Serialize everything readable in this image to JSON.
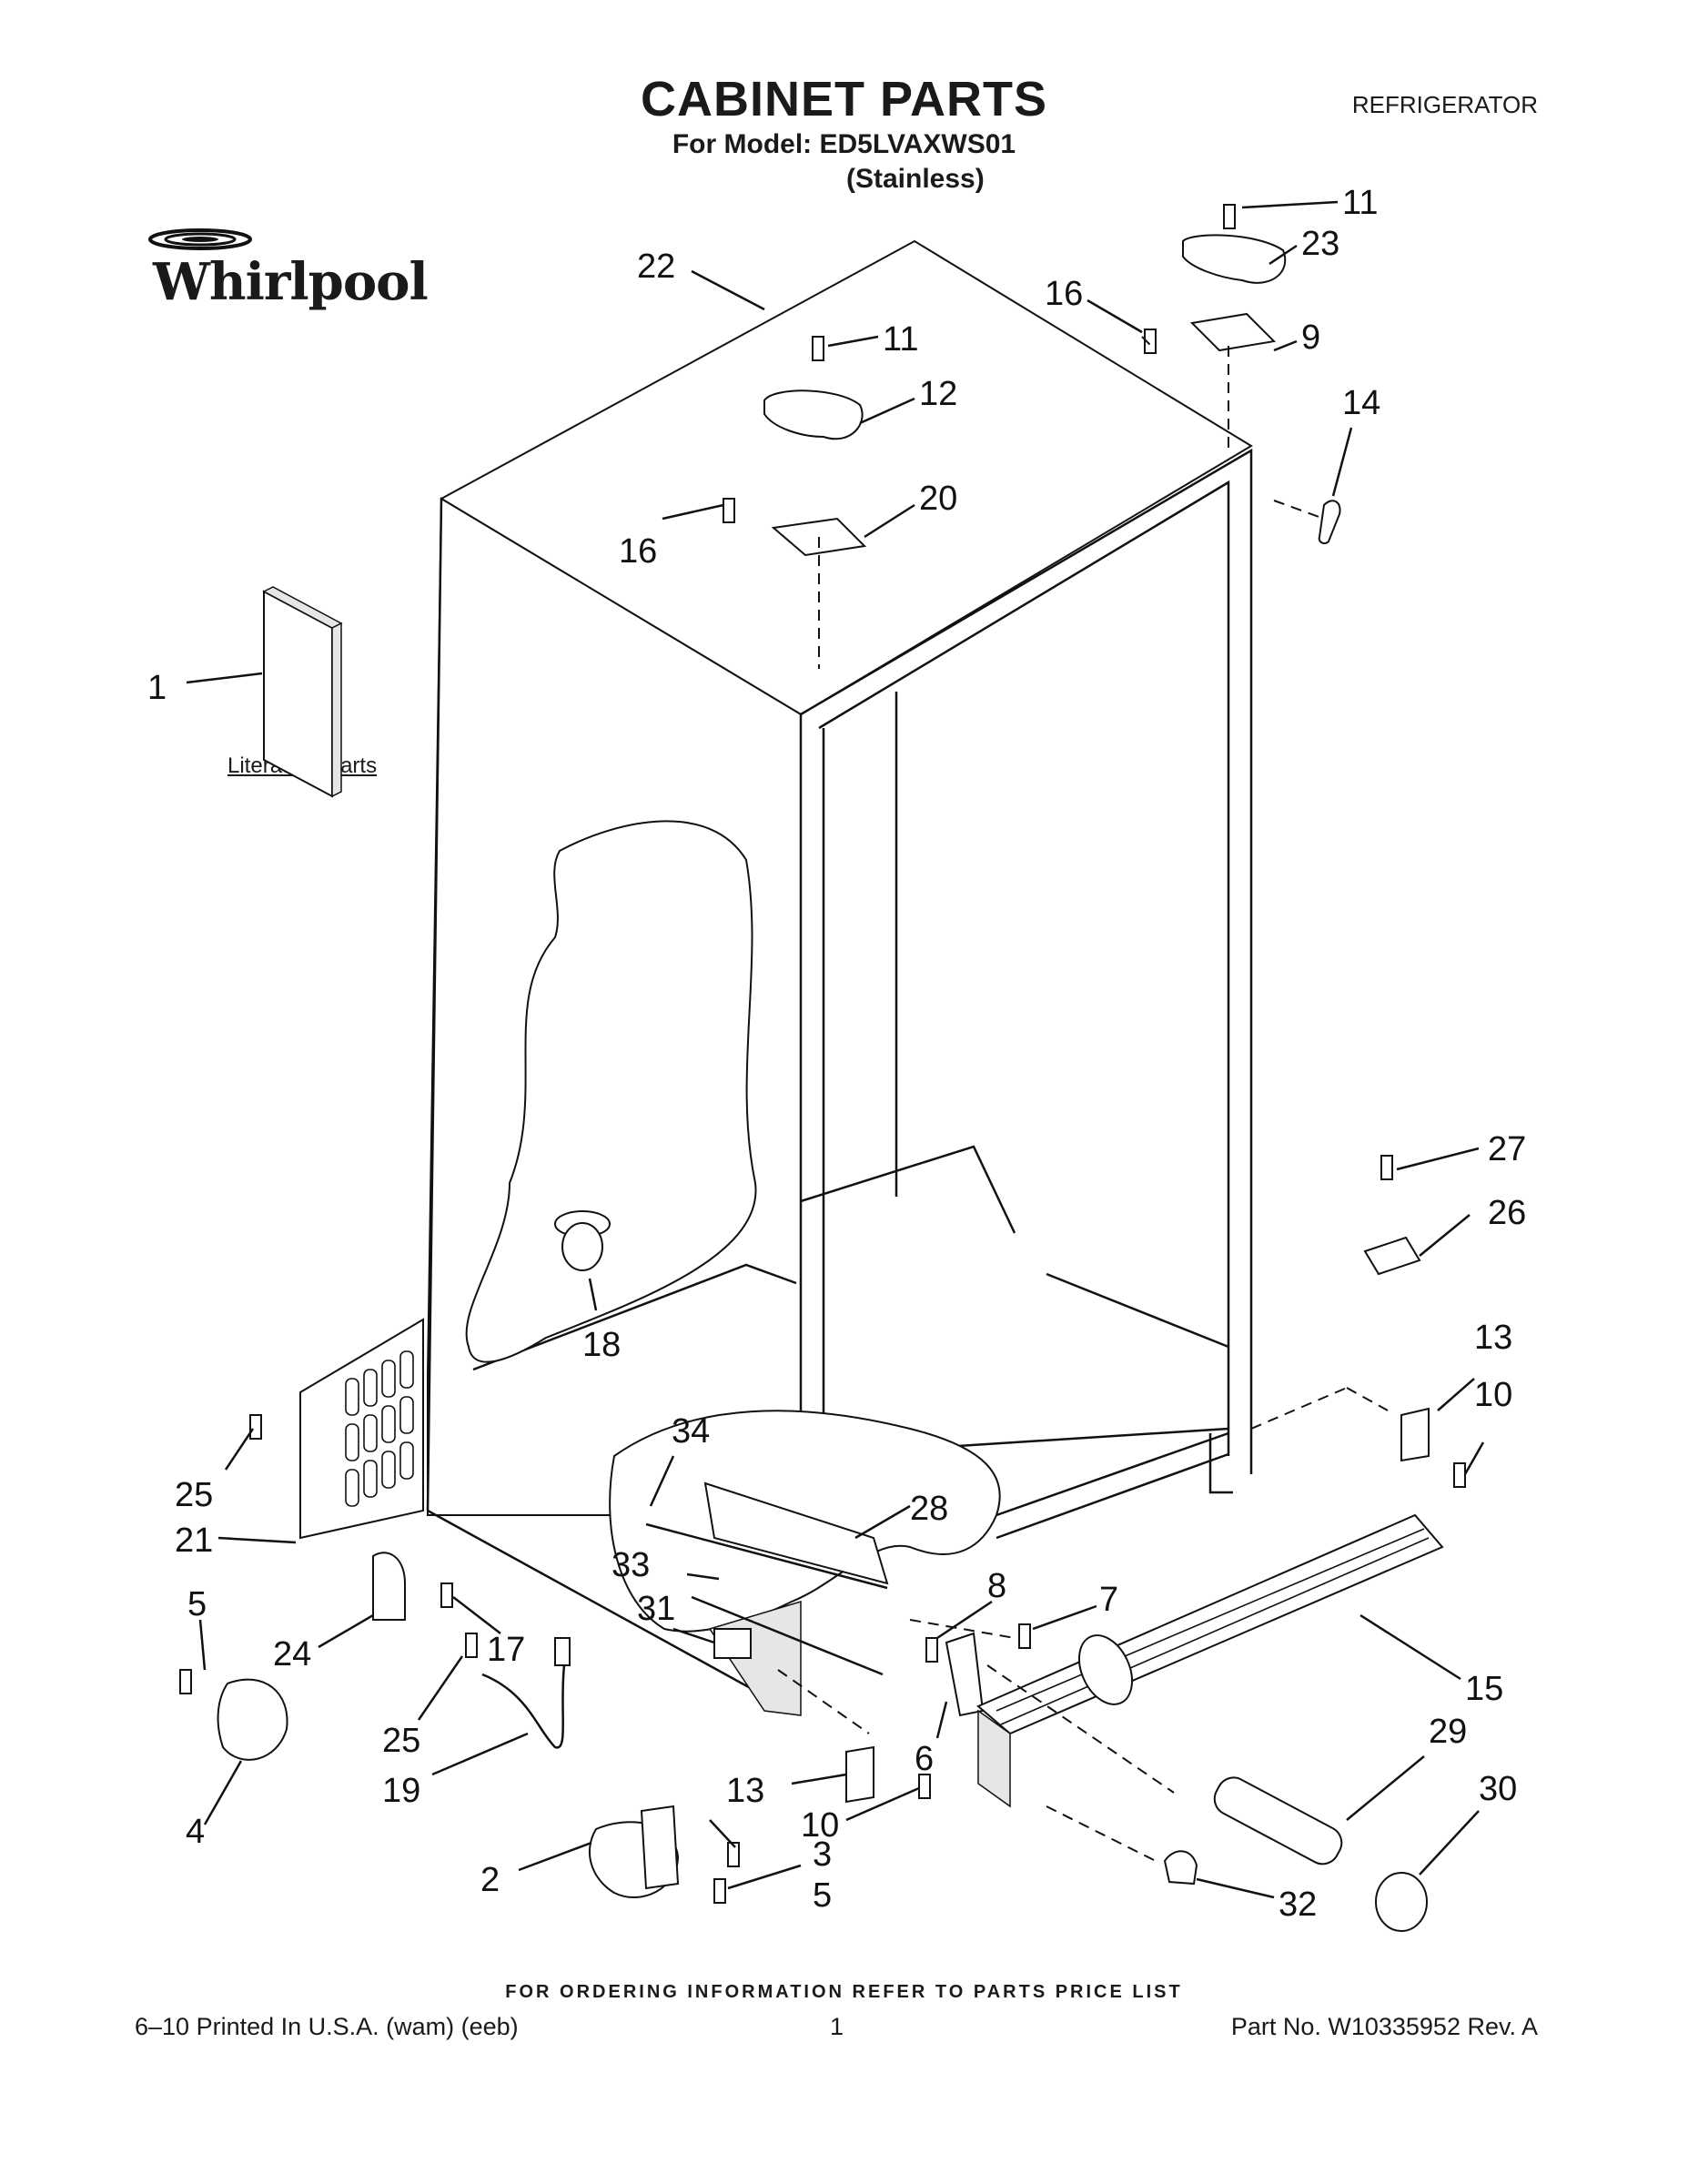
{
  "header": {
    "title": "CABINET PARTS",
    "category": "REFRIGERATOR",
    "model_line": "For Model: ED5LVAXWS01",
    "variant": "(Stainless)",
    "brand": "Whirlpool"
  },
  "literature_label": "Literature Parts",
  "callouts": {
    "c1": "1",
    "c2": "2",
    "c3": "3",
    "c4": "4",
    "c5a": "5",
    "c5b": "5",
    "c6": "6",
    "c7": "7",
    "c8": "8",
    "c9": "9",
    "c10a": "10",
    "c10b": "10",
    "c11a": "11",
    "c11b": "11",
    "c12": "12",
    "c13a": "13",
    "c13b": "13",
    "c14": "14",
    "c15": "15",
    "c16a": "16",
    "c16b": "16",
    "c17": "17",
    "c18": "18",
    "c19": "19",
    "c20": "20",
    "c21": "21",
    "c22": "22",
    "c23": "23",
    "c24": "24",
    "c25a": "25",
    "c25b": "25",
    "c26": "26",
    "c27": "27",
    "c28": "28",
    "c29": "29",
    "c30": "30",
    "c31": "31",
    "c32": "32",
    "c33": "33",
    "c34": "34"
  },
  "footer": {
    "ordering_note": "FOR ORDERING INFORMATION REFER TO PARTS PRICE LIST",
    "print_info": "6–10 Printed In U.S.A. (wam) (eeb)",
    "page_number": "1",
    "part_number": "Part No. W10335952 Rev. A"
  }
}
